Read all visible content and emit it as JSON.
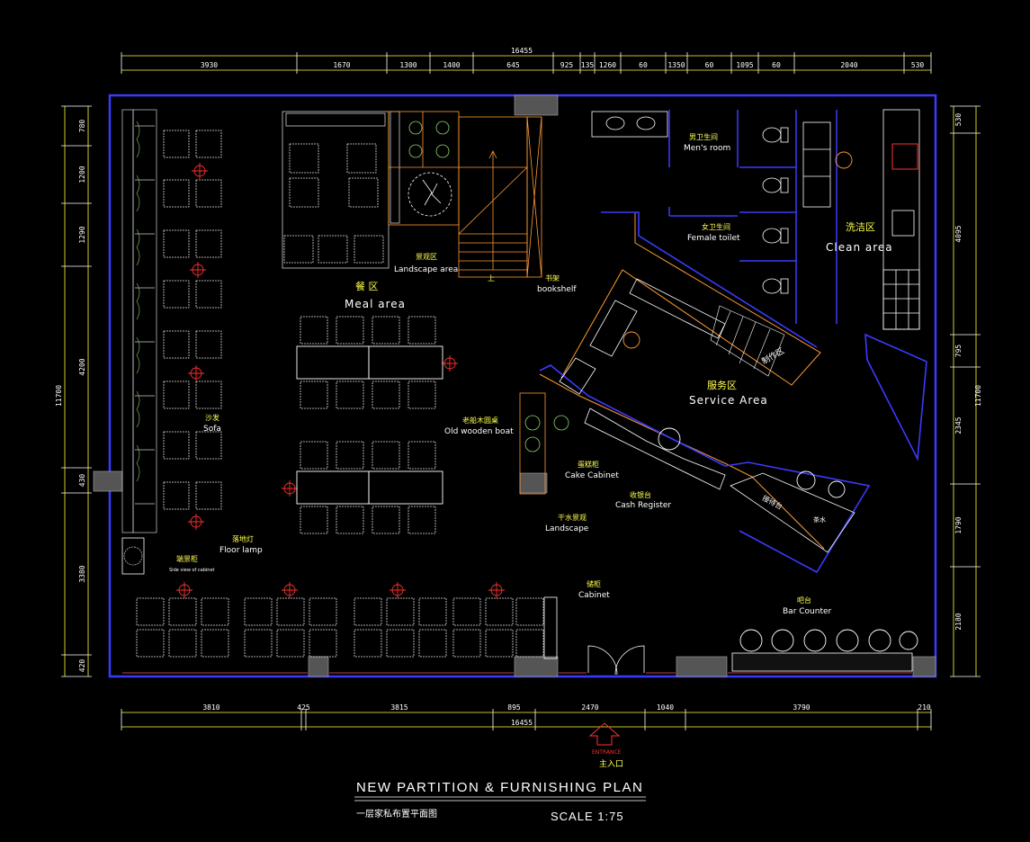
{
  "title": {
    "main": "NEW PARTITION  &  FURNISHING  PLAN",
    "subtitle": "一层家私布置平面图",
    "scale": "SCALE     1:75"
  },
  "dimensions": {
    "top_total": "16455",
    "top": [
      "3930",
      "1670",
      "1300",
      "1400",
      "645",
      "925",
      "135",
      "1260",
      "60",
      "1350",
      "60",
      "1095",
      "60",
      "2040",
      "530"
    ],
    "bottom_total": "16455",
    "bottom": [
      "3810",
      "425",
      "3815",
      "895",
      "2470",
      "1040",
      "3790",
      "210"
    ],
    "left_total": "11700",
    "left": [
      "780",
      "1200",
      "1290",
      "4200",
      "430",
      "3380",
      "420"
    ],
    "right_total": "11700",
    "right": [
      "530",
      "4095",
      "795",
      "2345",
      "1790",
      "2180"
    ]
  },
  "areas": {
    "meal": {
      "cn": "餐  区",
      "en": "Meal area"
    },
    "service": {
      "cn": "服务区",
      "en": "Service Area"
    },
    "clean": {
      "cn": "洗洁区",
      "en": "Clean area"
    },
    "mens": {
      "cn": "男卫生间",
      "en": "Men's room"
    },
    "female": {
      "cn": "女卫生间",
      "en": "Female toilet"
    }
  },
  "labels": {
    "landscape_area": {
      "cn": "景观区",
      "en": "Landscape area"
    },
    "bookshelf": {
      "cn": "书架",
      "en": "bookshelf"
    },
    "sofa": {
      "cn": "沙发",
      "en": "Sofa"
    },
    "floor_lamp": {
      "cn": "落地灯",
      "en": "Floor lamp"
    },
    "side_cabinet": {
      "cn": "端景柜",
      "en": "Side view of cabinet"
    },
    "old_boat": {
      "cn": "老船木圆桌",
      "en": "Old wooden boat"
    },
    "cake_cabinet": {
      "cn": "蛋糕柜",
      "en": "Cake Cabinet"
    },
    "cash_register": {
      "cn": "收银台",
      "en": "Cash Register"
    },
    "landscape": {
      "cn": "干水景观",
      "en": "Landscape"
    },
    "cabinet": {
      "cn": "储柜",
      "en": "Cabinet"
    },
    "bar_counter": {
      "cn": "吧台",
      "en": "Bar Counter"
    },
    "up": "上",
    "entrance_en": "ENTRANCE",
    "entrance_cn": "主入口",
    "bar_prep": "制作区",
    "reception": "接待台",
    "tea": "茶水"
  }
}
